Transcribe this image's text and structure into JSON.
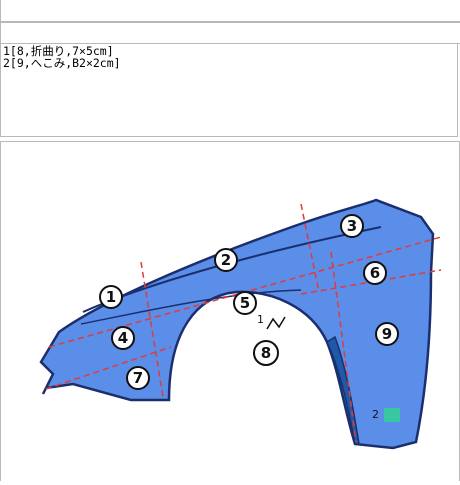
{
  "form": {
    "field1_value": "",
    "field2_value": "",
    "notes_lines": [
      "1[8,折曲り,7×5cm]",
      "2[9,へこみ,B2×2cm]"
    ]
  },
  "diagram": {
    "zones": [
      "1",
      "2",
      "3",
      "4",
      "5",
      "6",
      "7",
      "8",
      "9"
    ],
    "damage_marks": [
      {
        "label": "1",
        "zone": "8"
      },
      {
        "label": "2",
        "zone": "9"
      }
    ],
    "colors": {
      "panel": "#5b8ee8",
      "outline": "#1b2f6e",
      "grid_lines": "#e23a3a",
      "wheel_arch_inner": "#1f5aa8",
      "mark2_badge": "#38c7a0"
    }
  }
}
